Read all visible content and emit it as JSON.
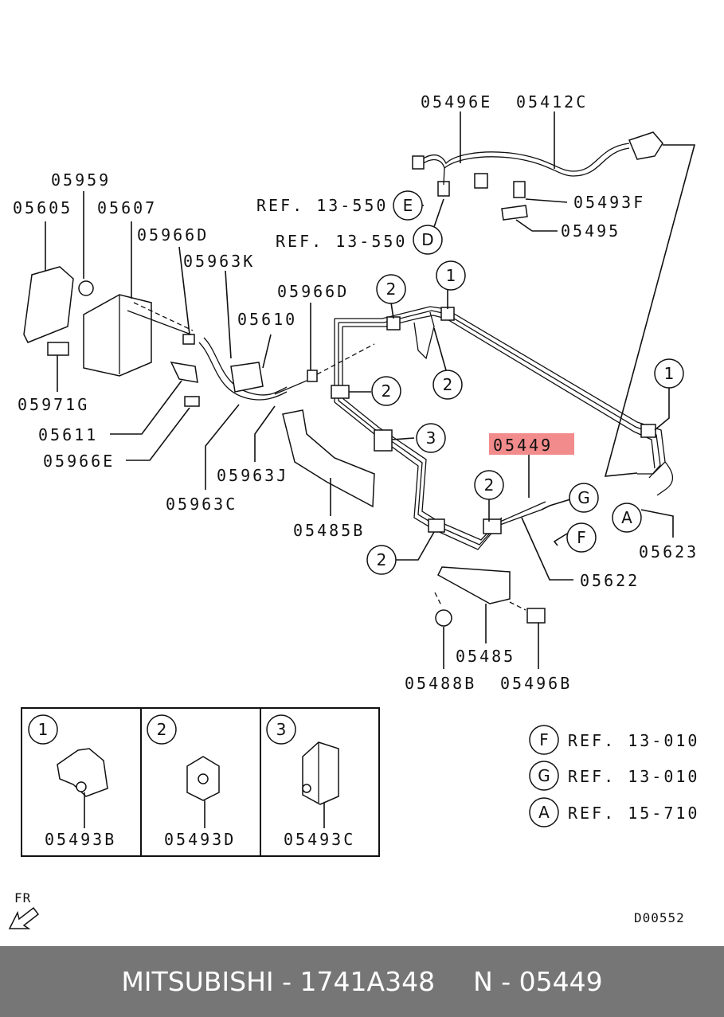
{
  "labels": {
    "l05496E": "05496E",
    "l05412C": "05412C",
    "l05959": "05959",
    "l05605": "05605",
    "l05607": "05607",
    "l05966D_a": "05966D",
    "l05963K": "05963K",
    "l05966D_b": "05966D",
    "l05610": "05610",
    "l05971G": "05971G",
    "l05611": "05611",
    "l05966E": "05966E",
    "l05963J": "05963J",
    "l05963C": "05963C",
    "l05485B": "05485B",
    "l05449": "05449",
    "l05623": "05623",
    "l05622": "05622",
    "l05485": "05485",
    "l05488B": "05488B",
    "l05496B": "05496B",
    "l05493F": "05493F",
    "l05495": "05495",
    "ref_e": "REF. 13-550",
    "ref_d": "REF. 13-550"
  },
  "callouts": {
    "c1a": "1",
    "c1b": "1",
    "c2a": "2",
    "c2b": "2",
    "c2c": "2",
    "c2d": "2",
    "c2e": "2",
    "c3": "3",
    "cE": "E",
    "cD": "D",
    "cG": "G",
    "cF": "F",
    "cA": "A"
  },
  "detail_boxes": [
    {
      "num": "1",
      "part": "05493B"
    },
    {
      "num": "2",
      "part": "05493D"
    },
    {
      "num": "3",
      "part": "05493C"
    }
  ],
  "references": [
    {
      "key": "F",
      "text": "REF. 13-010"
    },
    {
      "key": "G",
      "text": "REF. 13-010"
    },
    {
      "key": "A",
      "text": "REF. 15-710"
    }
  ],
  "fr_label": "FR",
  "diagram_code": "D00552",
  "highlight_color": "#f28b8b",
  "footer": {
    "brand_part": "MITSUBISHI - 1741A348",
    "ref_number": "N - 05449"
  }
}
